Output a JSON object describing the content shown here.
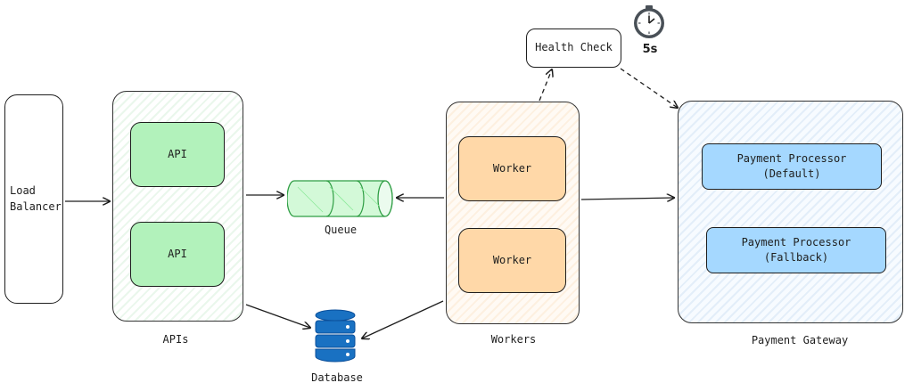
{
  "load_balancer": "Load\nBalancer",
  "apis": {
    "item_label": "API",
    "group_label": "APIs"
  },
  "queue": {
    "label": "Queue"
  },
  "database": {
    "label": "Database"
  },
  "workers": {
    "item_label": "Worker",
    "group_label": "Workers"
  },
  "health_check": {
    "label": "Health Check",
    "interval": "5s"
  },
  "payment_gateway": {
    "group_label": "Payment Gateway",
    "default_processor": "Payment Processor\n(Default)",
    "fallback_processor": "Payment Processor\n(Fallback)"
  },
  "colors": {
    "api": "#b2f2bb",
    "worker": "#ffd8a8",
    "processor": "#a5d8ff",
    "queue": "#2f9e44",
    "database": "#1971c2"
  },
  "icons": {
    "timer": "stopwatch-icon",
    "database": "database-icon"
  }
}
